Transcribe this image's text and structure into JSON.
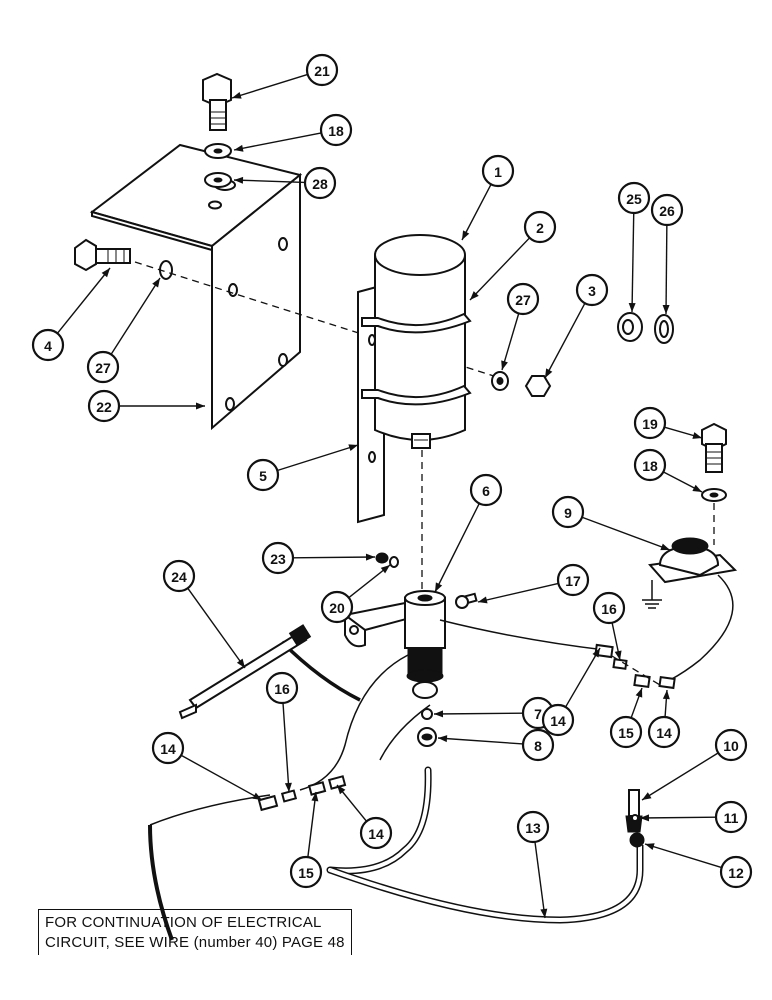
{
  "callouts": [
    {
      "id": "1",
      "label": "1"
    },
    {
      "id": "2",
      "label": "2"
    },
    {
      "id": "3",
      "label": "3"
    },
    {
      "id": "4",
      "label": "4"
    },
    {
      "id": "5",
      "label": "5"
    },
    {
      "id": "6",
      "label": "6"
    },
    {
      "id": "7",
      "label": "7"
    },
    {
      "id": "8",
      "label": "8"
    },
    {
      "id": "9",
      "label": "9"
    },
    {
      "id": "10",
      "label": "10"
    },
    {
      "id": "11",
      "label": "11"
    },
    {
      "id": "12",
      "label": "12"
    },
    {
      "id": "13",
      "label": "13"
    },
    {
      "id": "14a",
      "label": "14"
    },
    {
      "id": "14b",
      "label": "14"
    },
    {
      "id": "14c",
      "label": "14"
    },
    {
      "id": "14d",
      "label": "14"
    },
    {
      "id": "15a",
      "label": "15"
    },
    {
      "id": "15b",
      "label": "15"
    },
    {
      "id": "16a",
      "label": "16"
    },
    {
      "id": "16b",
      "label": "16"
    },
    {
      "id": "17",
      "label": "17"
    },
    {
      "id": "18a",
      "label": "18"
    },
    {
      "id": "18b",
      "label": "18"
    },
    {
      "id": "19",
      "label": "19"
    },
    {
      "id": "20",
      "label": "20"
    },
    {
      "id": "21",
      "label": "21"
    },
    {
      "id": "22",
      "label": "22"
    },
    {
      "id": "23",
      "label": "23"
    },
    {
      "id": "24",
      "label": "24"
    },
    {
      "id": "25",
      "label": "25"
    },
    {
      "id": "26",
      "label": "26"
    },
    {
      "id": "27a",
      "label": "27"
    },
    {
      "id": "27b",
      "label": "27"
    },
    {
      "id": "28",
      "label": "28"
    }
  ],
  "note": {
    "line1": "FOR CONTINUATION OF ELECTRICAL",
    "line2": "CIRCUIT, SEE WIRE (number 40) PAGE 48"
  }
}
